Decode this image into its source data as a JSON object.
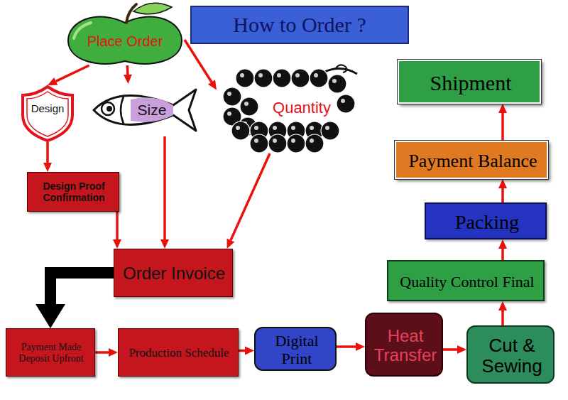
{
  "diagram": {
    "title": "How to Order ?",
    "nodes": [
      {
        "text": [
          "Place Order"
        ]
      },
      {
        "text": [
          "Design"
        ]
      },
      {
        "text": [
          "Size"
        ]
      },
      {
        "text": [
          "Quantity"
        ]
      },
      {
        "text": [
          "Design Proof Confirmation"
        ]
      },
      {
        "text": [
          "Order Invoice"
        ]
      },
      {
        "text": [
          "Payment Made Deposit Upfront"
        ]
      },
      {
        "text": [
          "Production Schedule"
        ]
      },
      {
        "text": [
          "Digital Print"
        ]
      },
      {
        "text": [
          "Heat Transfer"
        ]
      },
      {
        "text": [
          "Cut & Sewing"
        ]
      },
      {
        "text": [
          "Quality Control Final"
        ]
      },
      {
        "text": [
          "Packing"
        ]
      },
      {
        "text": [
          "Payment Balance"
        ]
      },
      {
        "text": [
          "Shipment"
        ]
      }
    ],
    "edges": [
      {
        "from": 0,
        "to": 1,
        "arrow": "to"
      },
      {
        "from": 0,
        "to": 2,
        "arrow": "to"
      },
      {
        "from": 0,
        "to": 3,
        "arrow": "to"
      },
      {
        "from": 1,
        "to": 4,
        "arrow": "to"
      },
      {
        "from": 4,
        "to": 5,
        "arrow": "to"
      },
      {
        "from": 2,
        "to": 5,
        "arrow": "to"
      },
      {
        "from": 3,
        "to": 5,
        "arrow": "to"
      },
      {
        "from": 5,
        "to": 6,
        "arrow": "to"
      },
      {
        "from": 6,
        "to": 7,
        "arrow": "to"
      },
      {
        "from": 7,
        "to": 8,
        "arrow": "to"
      },
      {
        "from": 8,
        "to": 9,
        "arrow": "to"
      },
      {
        "from": 9,
        "to": 10,
        "arrow": "to"
      },
      {
        "from": 10,
        "to": 11,
        "arrow": "to"
      },
      {
        "from": 11,
        "to": 12,
        "arrow": "to"
      },
      {
        "from": 12,
        "to": 13,
        "arrow": "to"
      },
      {
        "from": 13,
        "to": 14,
        "arrow": "to"
      }
    ]
  }
}
